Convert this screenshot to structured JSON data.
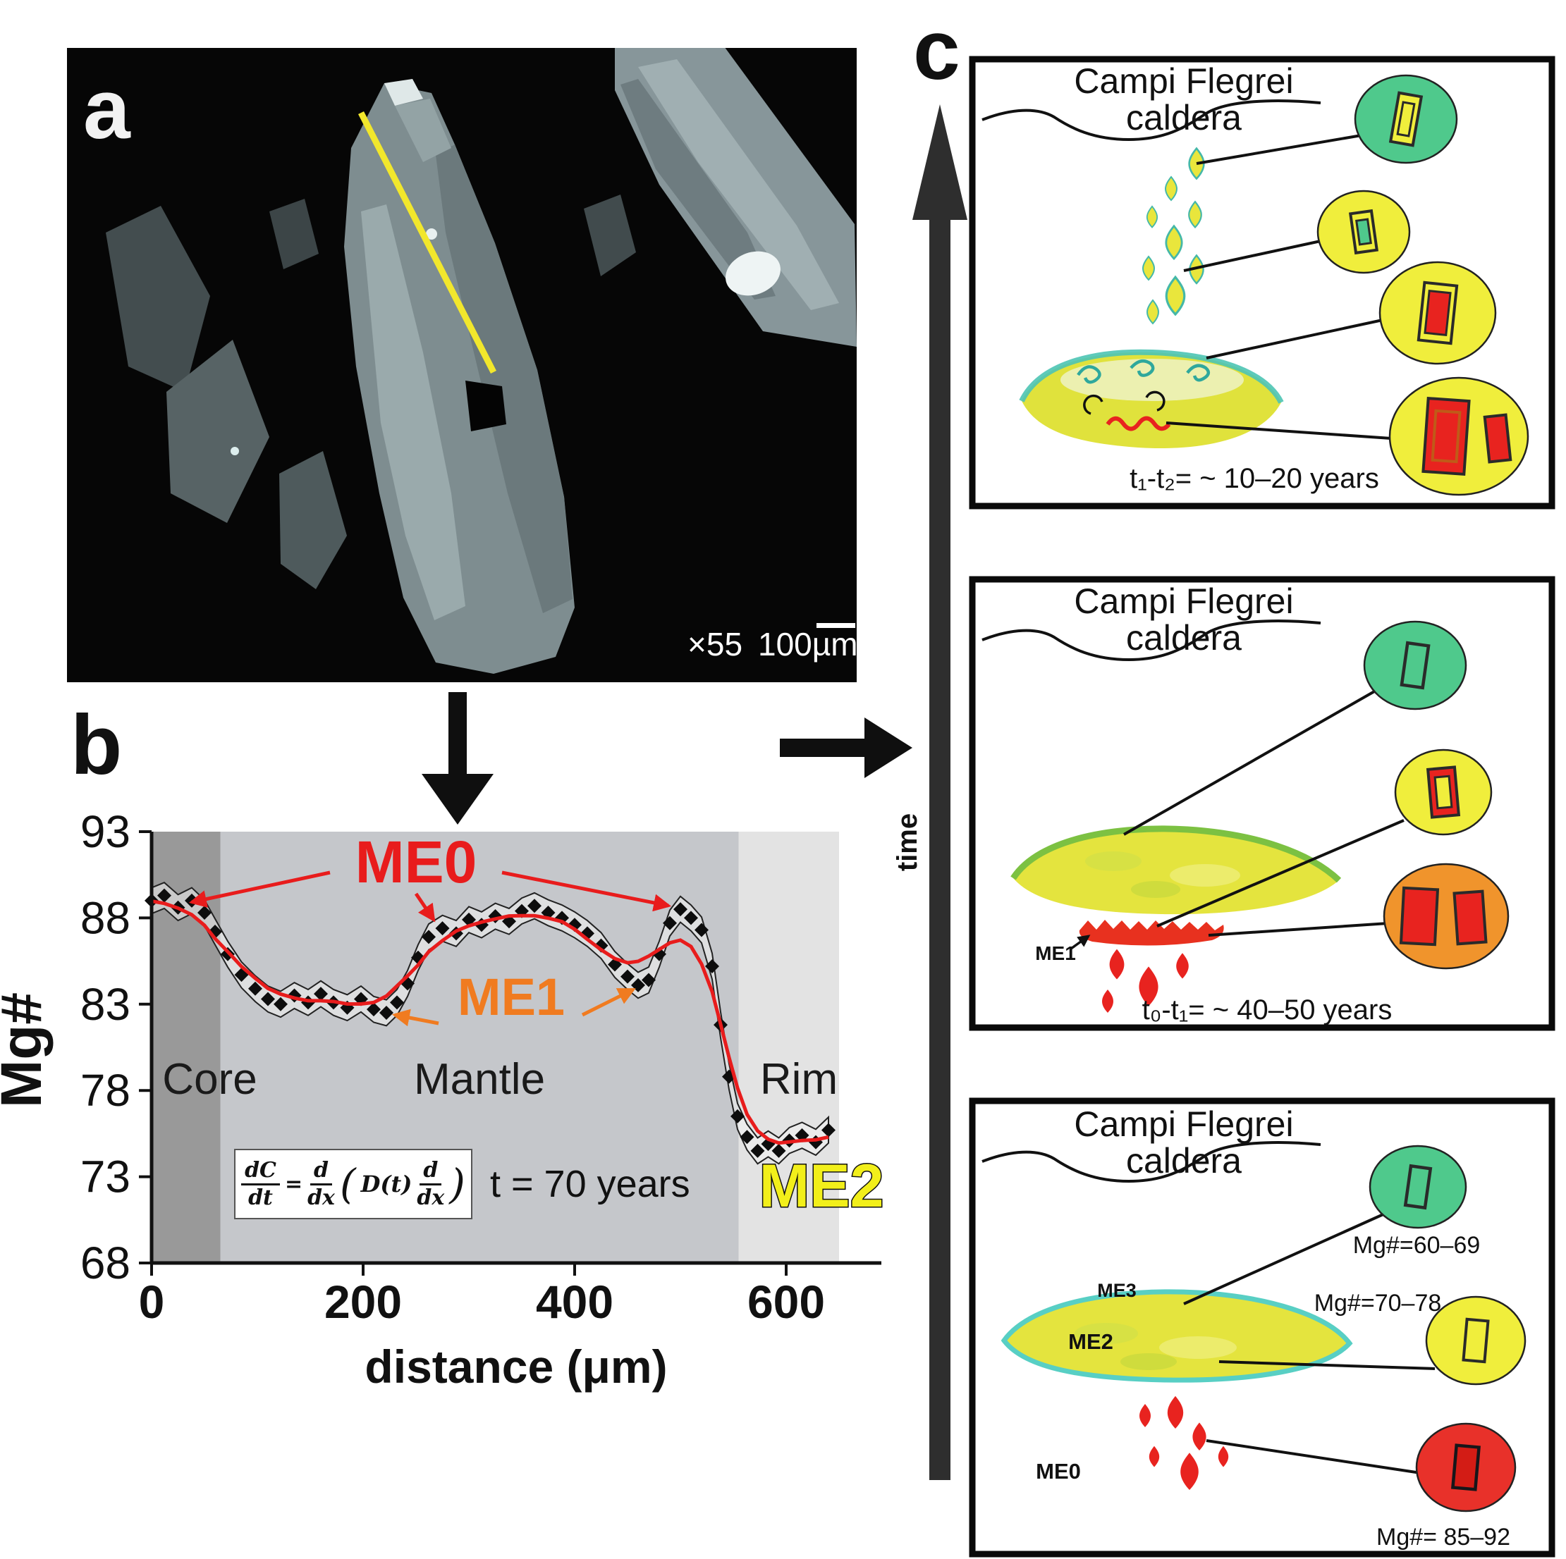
{
  "figure": {
    "panel_a": {
      "label": "a",
      "magnification": "×55",
      "scale_text": "100µm"
    },
    "panel_b": {
      "label": "b",
      "equation": {
        "num1": "dC",
        "den1": "dt",
        "eq": "=",
        "num2": "d",
        "den2": "dx",
        "lp": "(",
        "Dt": "D(t)",
        "num3": "d",
        "den3": "dx",
        "rp": ")"
      }
    },
    "panel_c": {
      "label": "c",
      "time_axis_label": "time",
      "stages": [
        {
          "title1": "Campi Flegrei",
          "title2": "caldera",
          "time_range": "t₁-t₂= ~ 10–20 years"
        },
        {
          "title1": "Campi Flegrei",
          "title2": "caldera",
          "time_range": "t₀-t₁= ~ 40–50 years",
          "me1": "ME1"
        },
        {
          "title1": "Campi Flegrei",
          "title2": "caldera",
          "me3": "ME3",
          "me2": "ME2",
          "me0": "ME0",
          "mg_green": "Mg#=60–69",
          "mg_yellow": "Mg#=70–78",
          "mg_red": "Mg#= 85–92"
        }
      ]
    }
  },
  "colors": {
    "red": "#e8231f",
    "orange": "#f07b20",
    "yellow": "#f0ee3c",
    "green": "#4fc98c",
    "teal": "#3fbfb4",
    "chart_line_red": "#e81c1c"
  },
  "chart_data": {
    "type": "line",
    "xlabel": "distance (μm)",
    "ylabel": "Mg#",
    "xlim": [
      0,
      690
    ],
    "ylim": [
      68,
      93
    ],
    "xticks": [
      0,
      200,
      400,
      600
    ],
    "yticks": [
      68,
      73,
      78,
      83,
      88,
      93
    ],
    "grid": false,
    "zones": [
      {
        "name": "Core",
        "from": 0,
        "to": 65,
        "color": "#999999",
        "label_x": 55
      },
      {
        "name": "Mantle",
        "from": 65,
        "to": 555,
        "color": "#c5c7cb",
        "label_x": 310
      },
      {
        "name": "Rim",
        "from": 555,
        "to": 650,
        "color": "#e3e3e3",
        "label_x": 612
      }
    ],
    "series": [
      {
        "name": "measured Mg# profile",
        "marker": "diamond",
        "color": "#0d0d0d",
        "points": [
          [
            0,
            89.0
          ],
          [
            12,
            89.3
          ],
          [
            25,
            88.6
          ],
          [
            38,
            89.0
          ],
          [
            50,
            88.3
          ],
          [
            60,
            87.2
          ],
          [
            72,
            85.9
          ],
          [
            85,
            84.7
          ],
          [
            98,
            83.9
          ],
          [
            110,
            83.3
          ],
          [
            122,
            83.0
          ],
          [
            135,
            83.5
          ],
          [
            148,
            83.1
          ],
          [
            160,
            83.6
          ],
          [
            172,
            83.1
          ],
          [
            185,
            82.8
          ],
          [
            198,
            83.3
          ],
          [
            210,
            82.7
          ],
          [
            222,
            82.5
          ],
          [
            232,
            83.1
          ],
          [
            242,
            84.2
          ],
          [
            252,
            85.7
          ],
          [
            262,
            86.9
          ],
          [
            275,
            87.4
          ],
          [
            288,
            87.1
          ],
          [
            300,
            87.9
          ],
          [
            312,
            87.6
          ],
          [
            325,
            88.1
          ],
          [
            338,
            87.8
          ],
          [
            350,
            88.4
          ],
          [
            362,
            88.7
          ],
          [
            375,
            88.3
          ],
          [
            388,
            88.0
          ],
          [
            400,
            87.6
          ],
          [
            412,
            87.1
          ],
          [
            425,
            86.4
          ],
          [
            438,
            85.3
          ],
          [
            450,
            84.6
          ],
          [
            460,
            84.1
          ],
          [
            470,
            84.4
          ],
          [
            480,
            85.9
          ],
          [
            490,
            87.7
          ],
          [
            500,
            88.5
          ],
          [
            510,
            88.0
          ],
          [
            520,
            87.3
          ],
          [
            530,
            85.2
          ],
          [
            538,
            81.8
          ],
          [
            546,
            78.8
          ],
          [
            554,
            76.5
          ],
          [
            563,
            75.3
          ],
          [
            573,
            74.5
          ],
          [
            583,
            74.9
          ],
          [
            593,
            74.5
          ],
          [
            603,
            75.1
          ],
          [
            615,
            75.4
          ],
          [
            628,
            75.0
          ],
          [
            640,
            75.7
          ]
        ]
      },
      {
        "name": "diffusion model fit",
        "type": "smoothed-line",
        "color": "#e81c1c"
      }
    ],
    "annotations": {
      "me0": {
        "text": "ME0",
        "color": "#e81c1c"
      },
      "me1": {
        "text": "ME1",
        "color": "#f07b20"
      },
      "me2": {
        "text": "ME2",
        "color": "#f2ef1a"
      },
      "time_label": "t = 70 years"
    }
  }
}
